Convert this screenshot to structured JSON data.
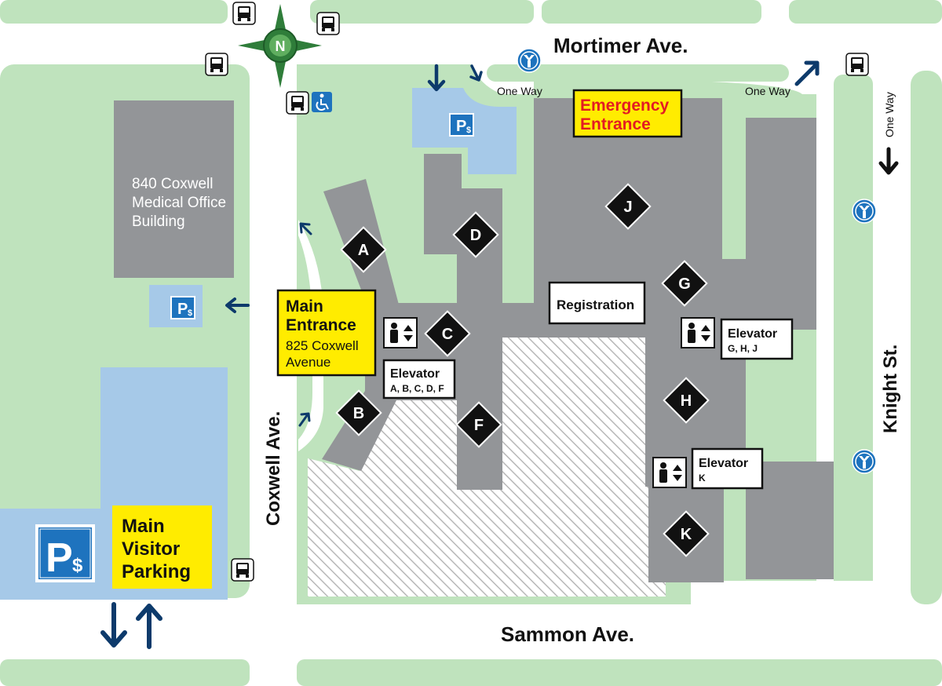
{
  "colors": {
    "grass": "#bfe3bd",
    "road": "#ffffff",
    "building": "#939598",
    "parking": "#a6c9e8",
    "highlight_yellow": "#ffec00",
    "emergency_red": "#e31b23",
    "arrow_navy": "#0d3a6b",
    "sign_blue": "#1e73be"
  },
  "streets": {
    "north": "Mortimer Ave.",
    "south": "Sammon Ave.",
    "west": "Coxwell Ave.",
    "east": "Knight St.",
    "one_way_1": "One Way",
    "one_way_2": "One Way",
    "one_way_3": "One Way"
  },
  "compass": {
    "label": "N"
  },
  "labels": {
    "office_building": [
      "840 Coxwell",
      "Medical Office",
      "Building"
    ],
    "emergency": [
      "Emergency",
      "Entrance"
    ],
    "main_entrance_title": [
      "Main",
      "Entrance"
    ],
    "main_entrance_address": [
      "825 Coxwell",
      "Avenue"
    ],
    "registration": "Registration",
    "visitor_parking": [
      "Main",
      "Visitor",
      "Parking"
    ],
    "parking_symbol": "P",
    "parking_dollar": "$"
  },
  "elevators": [
    {
      "title": "Elevator",
      "wings": "A, B, C, D, F"
    },
    {
      "title": "Elevator",
      "wings": "G, H, J"
    },
    {
      "title": "Elevator",
      "wings": "K"
    }
  ],
  "wings": [
    "A",
    "B",
    "C",
    "D",
    "F",
    "G",
    "H",
    "J",
    "K"
  ],
  "icons": {
    "bus": "bus-stop-icon",
    "accessible": "wheelchair-accessible-icon",
    "taxi": "taxi-stand-icon",
    "parking": "paid-parking-icon",
    "elevator": "elevator-icon"
  }
}
